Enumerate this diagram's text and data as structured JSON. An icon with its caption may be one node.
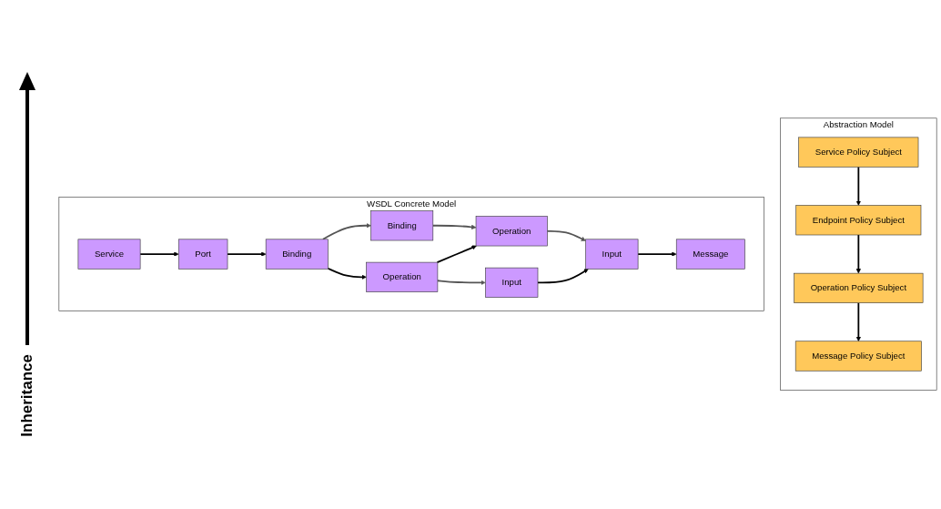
{
  "diagram": {
    "nodes": [
      {
        "text": [
          "Abstraction Model"
        ]
      },
      {
        "text": [
          "Service Policy Subject"
        ],
        "in": 0
      },
      {
        "text": [
          "Endpoint Policy Subject"
        ],
        "in": 0
      },
      {
        "text": [
          "Operation Policy Subject"
        ],
        "in": 0
      },
      {
        "text": [
          "Message Policy Subject"
        ],
        "in": 0
      },
      {
        "text": [
          "WSDL Concrete Model"
        ]
      },
      {
        "text": [
          "Service"
        ],
        "in": 5
      },
      {
        "text": [
          "Port"
        ],
        "in": 5
      },
      {
        "text": [
          "Binding"
        ],
        "in": 5
      },
      {
        "text": [
          "Binding"
        ],
        "in": 5
      },
      {
        "text": [
          "Operation"
        ],
        "in": 5
      },
      {
        "text": [
          "Operation"
        ],
        "in": 5
      },
      {
        "text": [
          "Input"
        ],
        "in": 5
      },
      {
        "text": [
          "Input"
        ],
        "in": 5
      },
      {
        "text": [
          "Message"
        ],
        "in": 5
      }
    ],
    "edges": [
      {
        "from": 1,
        "to": 2,
        "arrow": "to"
      },
      {
        "from": 2,
        "to": 3,
        "arrow": "to"
      },
      {
        "from": 3,
        "to": 4,
        "arrow": "to"
      },
      {
        "from": 6,
        "to": 7,
        "arrow": "to"
      },
      {
        "from": 7,
        "to": 8,
        "arrow": "to"
      },
      {
        "from": 8,
        "to": 9,
        "arrow": "to",
        "color": "#555555"
      },
      {
        "from": 8,
        "to": 10,
        "arrow": "to"
      },
      {
        "from": 9,
        "to": 11,
        "arrow": "to",
        "color": "#555555"
      },
      {
        "from": 10,
        "to": 11,
        "arrow": "to"
      },
      {
        "from": 10,
        "to": 12,
        "arrow": "to",
        "color": "#555555"
      },
      {
        "from": 11,
        "to": 13,
        "arrow": "to",
        "color": "#555555"
      },
      {
        "from": 12,
        "to": 13,
        "arrow": "to"
      },
      {
        "from": 13,
        "to": 14,
        "arrow": "to"
      }
    ],
    "labels": [
      "Inheritance"
    ]
  }
}
